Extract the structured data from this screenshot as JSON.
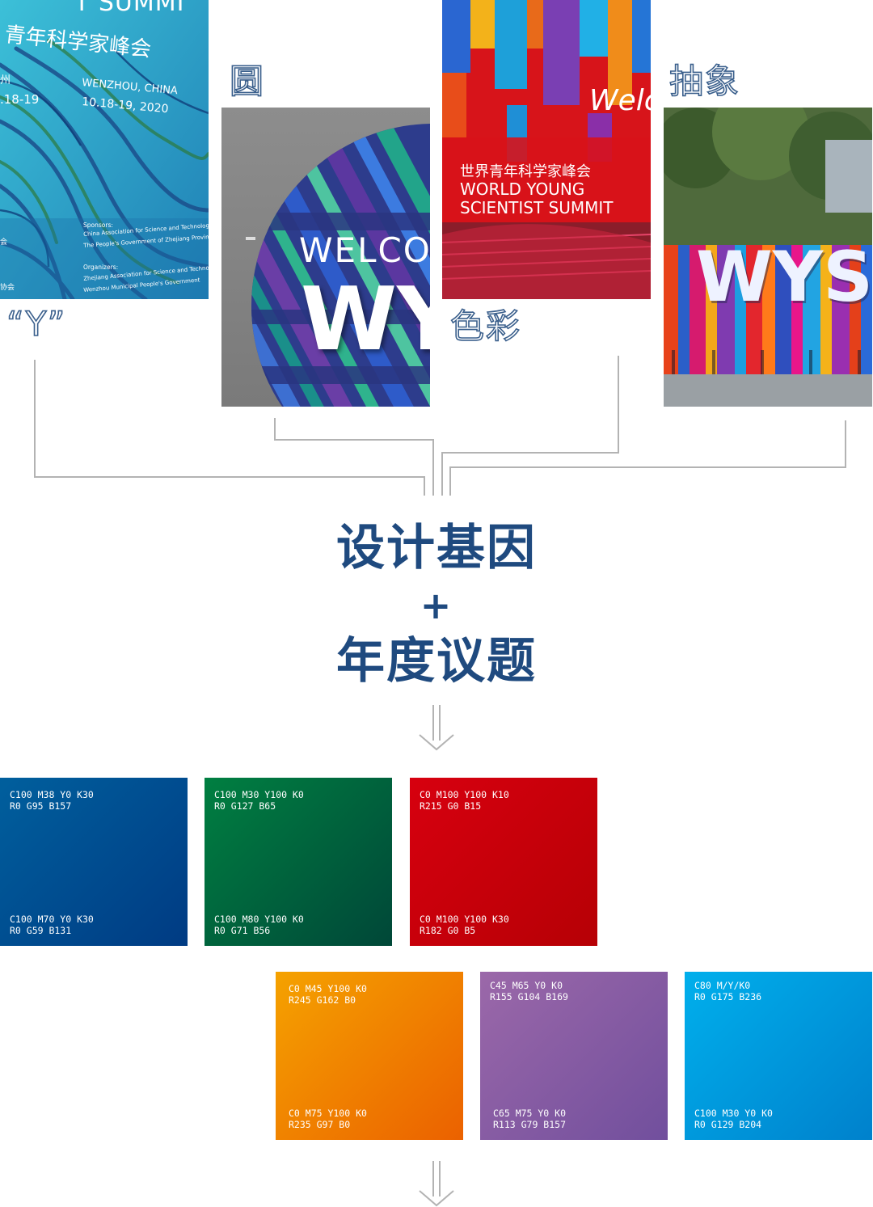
{
  "inspiration": {
    "labels": {
      "y": "“Y”",
      "circle": "圆",
      "color": "色彩",
      "abstract": "抽象"
    },
    "poster": {
      "summit_cn": "青年科学家峰会",
      "summit_en_partial": "T SUMMI",
      "city_left": "州",
      "date_left": ".18-19",
      "city": "WENZHOU, CHINA",
      "date": "10.18-19, 2020",
      "sponsors_title": "Sponsors:",
      "sponsor_1": "China Association for Science and Technology",
      "sponsor_2": "The People's Government of Zhejiang Province",
      "organizers_title": "Organizers:",
      "organizer_1": "Zhejiang Association for Science and Technology",
      "organizer_2": "Wenzhou Municipal People's Government",
      "edge_1": "会",
      "edge_2": "协会"
    },
    "sphere": {
      "welcome": "WELCO",
      "wy": "WY"
    },
    "banner": {
      "welcome": "Welc",
      "cn": "世界青年科学家峰会",
      "en_1": "WORLD YOUNG",
      "en_2": "SCIENTIST SUMMIT"
    },
    "sign": {
      "wyss": "WYSS"
    }
  },
  "headline": {
    "line1": "设计基因",
    "plus": "+",
    "line2": "年度议题"
  },
  "palette": [
    {
      "top_1": "C100 M38 Y0 K30",
      "top_2": "R0 G95 B157",
      "bot_1": "C100 M70 Y0 K30",
      "bot_2": "R0 G59 B131",
      "from": "#005f9d",
      "to": "#003b83"
    },
    {
      "top_1": "C100 M30 Y100 K0",
      "top_2": "R0 G127 B65",
      "bot_1": "C100 M80 Y100 K0",
      "bot_2": "R0 G71 B56",
      "from": "#007f41",
      "to": "#004738"
    },
    {
      "top_1": "C0 M100 Y100 K10",
      "top_2": "R215 G0 B15",
      "bot_1": "C0 M100 Y100 K30",
      "bot_2": "R182 G0 B5",
      "from": "#d7000f",
      "to": "#b60005"
    },
    {
      "top_1": "C0 M45 Y100 K0",
      "top_2": "R245 G162 B0",
      "bot_1": "C0 M75 Y100 K0",
      "bot_2": "R235 G97 B0",
      "from": "#f5a200",
      "to": "#eb6100"
    },
    {
      "top_1": "C45 M65 Y0 K0",
      "top_2": "R155 G104 B169",
      "bot_1": "C65 M75 Y0 K0",
      "bot_2": "R113 G79 B157",
      "from": "#9b68a9",
      "to": "#714f9d"
    },
    {
      "top_1": "C80 M/Y/K0",
      "top_2": "R0 G175 B236",
      "bot_1": "C100 M30 Y0 K0",
      "bot_2": "R0 G129 B204",
      "from": "#00afec",
      "to": "#0081cc"
    }
  ],
  "colors": {
    "headline": "#1f4a7f",
    "connector": "#b3b3b3",
    "label_stroke": "#3a5f8c"
  }
}
